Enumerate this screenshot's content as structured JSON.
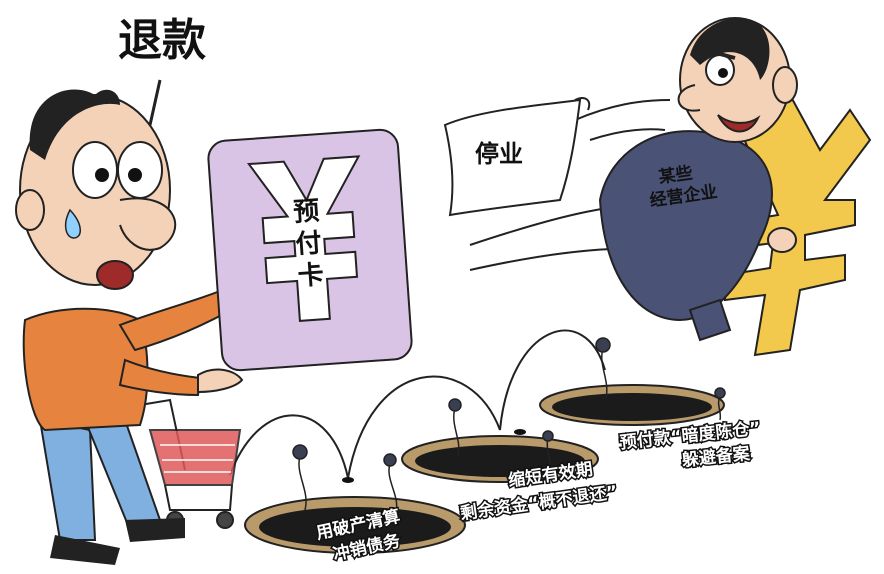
{
  "speech": {
    "text": "退款"
  },
  "card": {
    "line1": "预",
    "line2": "付",
    "line3": "卡"
  },
  "banner": {
    "text": "停业"
  },
  "businessman": {
    "line1": "某些",
    "line2": "经营企业"
  },
  "hole_1": {
    "line1": "用破产清算",
    "line2": "冲销债务"
  },
  "hole_2": {
    "line1": "缩短有效期",
    "line2": "剩余资金“概不退还”"
  },
  "hole_3": {
    "line1": "预付款“暗度陈仓”",
    "line2": "躲避备案"
  },
  "colors": {
    "shirt": "#e6843f",
    "card": "#d9c4e6",
    "suit": "#4a5276",
    "yuan_gold": "#f2c94c",
    "ink": "#111111"
  }
}
